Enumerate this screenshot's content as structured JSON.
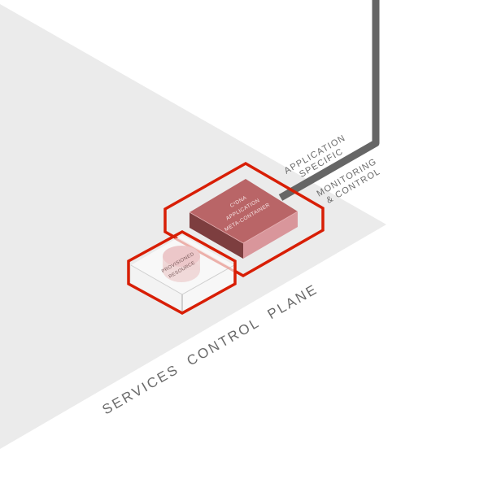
{
  "diagram": {
    "plane": {
      "label": "SERVICES  CONTROL  PLANE",
      "fill": "#ebebeb"
    },
    "connector": {
      "label_line1": "APPLICATION",
      "label_line2": "SPECIFIC",
      "label_line3": "MONITORING",
      "label_line4": "& CONTROL",
      "color": "#666666"
    },
    "app_container": {
      "line1": "C²DNA",
      "line2": "APPLICATION",
      "line3": "META-CONTAINER",
      "top_color": "#b96567",
      "left_color": "#7d3e3f",
      "right_color": "#d9969b"
    },
    "resource": {
      "line1": "PROVISIONED",
      "line2": "RESOURCE",
      "box_color": "#f5f5f5",
      "cylinder_color": "#efd3d4"
    },
    "highlight": {
      "stroke": "#d81e05"
    }
  }
}
